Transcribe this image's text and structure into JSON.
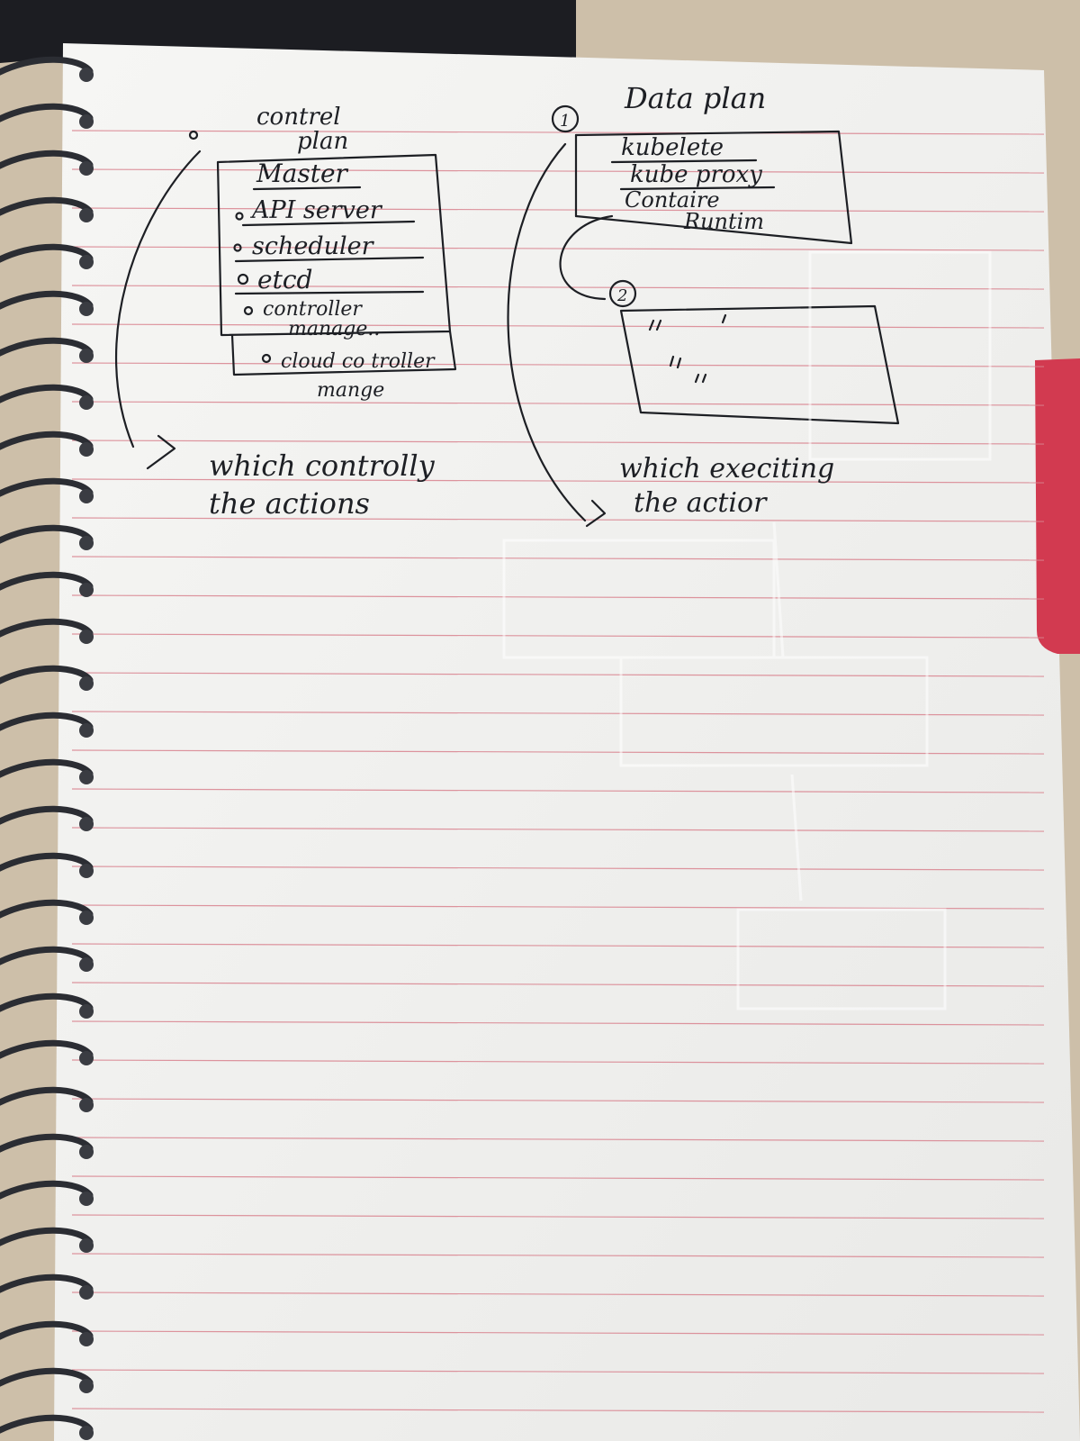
{
  "notes": {
    "control_plane": {
      "heading": [
        "contrel",
        "plan"
      ],
      "box_items": [
        "Master",
        "API server",
        "scheduler",
        "etcd",
        "controller",
        "manage.."
      ],
      "outside_items": [
        "cloud co troller",
        "mange"
      ],
      "caption": [
        "which controlly",
        "the actions"
      ]
    },
    "data_plane": {
      "marker_1": "1",
      "heading": "Data plan",
      "box_items": [
        "kubelete",
        "kube proxy",
        "Contaire",
        "Runtim"
      ],
      "marker_2": "2",
      "caption": [
        "which execiting",
        "the actior"
      ]
    }
  },
  "colors": {
    "paper": "#f3f3f1",
    "ruled_line": "#d9838f",
    "ink": "#1d1f24",
    "tab": "#d23a50",
    "spiral": "#2b2d33"
  }
}
